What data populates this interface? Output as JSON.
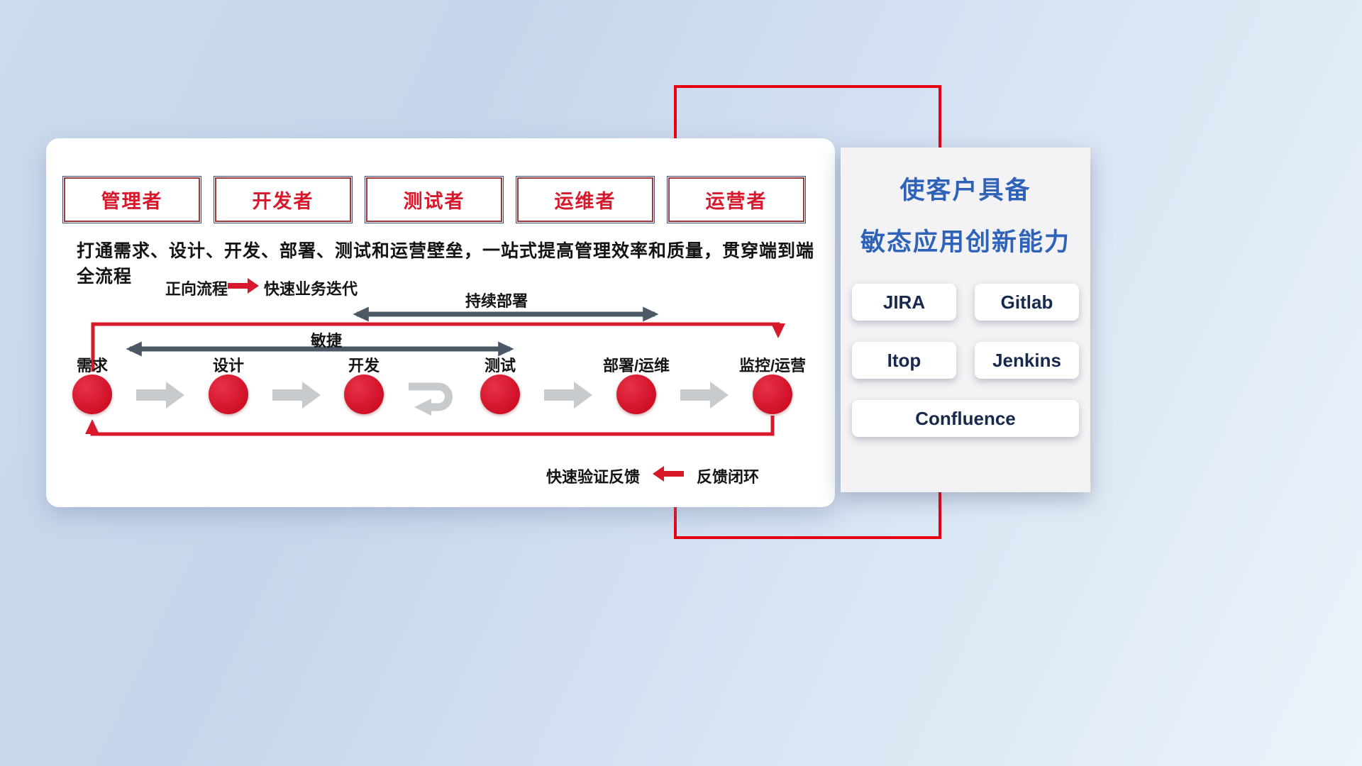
{
  "colors": {
    "accent_red": "#d8182b",
    "frame_red": "#e60012",
    "title_blue": "#2f63b9",
    "flow_arrow_gray": "#c7cbce",
    "span_arrow_dark": "#4d5866"
  },
  "icons": {
    "forward-arrow-icon": "right red arrow",
    "feedback-arrow-icon": "left red arrow",
    "flow-arrow-icon": "gray right arrow",
    "iteration-uturn-icon": "gray u-turn loop arrow",
    "agile-span-icon": "double-headed arrow",
    "cd-span-icon": "double-headed arrow"
  },
  "roles": [
    "管理者",
    "开发者",
    "测试者",
    "运维者",
    "运营者"
  ],
  "description": "打通需求、设计、开发、部署、测试和运营壁垒，一站式提高管理效率和质量，贯穿端到端全流程",
  "legend": {
    "forward_label": "正向流程",
    "forward_value": "快速业务迭代",
    "feedback_label": "快速验证反馈",
    "feedback_value": "反馈闭环"
  },
  "flow": {
    "cd_label": "持续部署",
    "agile_label": "敏捷",
    "nodes": [
      "需求",
      "设计",
      "开发",
      "测试",
      "部署/运维",
      "监控/运营"
    ]
  },
  "panel": {
    "title_line1": "使客户具备",
    "title_line2": "敏态应用创新能力",
    "tools": [
      "JIRA",
      "Gitlab",
      "Itop",
      "Jenkins",
      "Confluence"
    ]
  }
}
